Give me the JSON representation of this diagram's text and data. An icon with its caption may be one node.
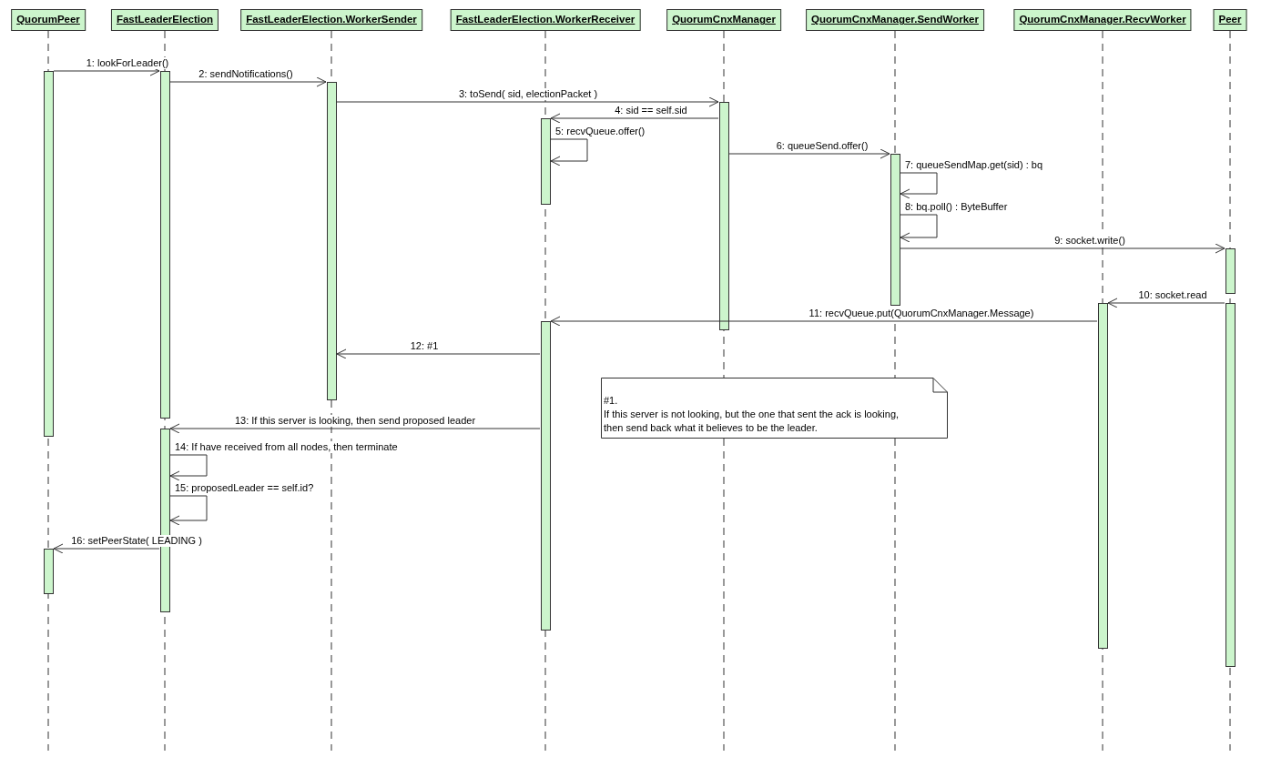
{
  "diagram": {
    "nodes": [
      {
        "text": [
          "QuorumPeer"
        ]
      },
      {
        "text": [
          "FastLeaderElection"
        ]
      },
      {
        "text": [
          "FastLeaderElection.WorkerSender"
        ]
      },
      {
        "text": [
          "FastLeaderElection.WorkerReceiver"
        ]
      },
      {
        "text": [
          "QuorumCnxManager"
        ]
      },
      {
        "text": [
          "QuorumCnxManager.SendWorker"
        ]
      },
      {
        "text": [
          "QuorumCnxManager.RecvWorker"
        ]
      },
      {
        "text": [
          "Peer"
        ]
      },
      {
        "text": [],
        "shape": "bar"
      },
      {
        "text": [],
        "shape": "bar"
      },
      {
        "text": [],
        "shape": "bar"
      },
      {
        "text": [],
        "shape": "bar"
      },
      {
        "text": [],
        "shape": "bar"
      },
      {
        "text": [],
        "shape": "bar"
      },
      {
        "text": [],
        "shape": "bar"
      },
      {
        "text": [],
        "shape": "bar"
      },
      {
        "text": [],
        "shape": "bar"
      },
      {
        "text": [],
        "shape": "bar"
      },
      {
        "text": [],
        "shape": "bar"
      },
      {
        "text": [],
        "shape": "bar"
      },
      {
        "text": [
          "#1.",
          "If this server is not looking, but the one that sent the ack is looking, then send back what it believes to be the leader."
        ]
      }
    ],
    "edges": [
      {
        "from": 8,
        "to": 10,
        "arrow": "to",
        "label": "1: lookForLeader()"
      },
      {
        "from": 10,
        "to": 12,
        "arrow": "to",
        "label": "2: sendNotifications()"
      },
      {
        "from": 12,
        "to": 15,
        "arrow": "to",
        "label": "3: toSend( sid, electionPacket )"
      },
      {
        "from": 15,
        "to": 13,
        "arrow": "to",
        "label": "4: sid == self.sid"
      },
      {
        "from": 13,
        "to": 13,
        "arrow": "to",
        "label": "5: recvQueue.offer()"
      },
      {
        "from": 15,
        "to": 16,
        "arrow": "to",
        "label": "6: queueSend.offer()"
      },
      {
        "from": 16,
        "to": 16,
        "arrow": "to",
        "label": "7: queueSendMap.get(sid) : bq"
      },
      {
        "from": 16,
        "to": 16,
        "arrow": "to",
        "label": "8: bq.poll() : ByteBuffer"
      },
      {
        "from": 16,
        "to": 18,
        "arrow": "to",
        "label": "9: socket.write()"
      },
      {
        "from": 19,
        "to": 17,
        "arrow": "to",
        "label": "10: socket.read"
      },
      {
        "from": 17,
        "to": 14,
        "arrow": "to",
        "label": "11: recvQueue.put(QuorumCnxManager.Message)"
      },
      {
        "from": 14,
        "to": 12,
        "arrow": "to",
        "label": "12: #1"
      },
      {
        "from": 14,
        "to": 11,
        "arrow": "to",
        "label": "13: If this server is looking, then send proposed leader"
      },
      {
        "from": 11,
        "to": 11,
        "arrow": "to",
        "label": "14: If have received from all nodes, then terminate"
      },
      {
        "from": 11,
        "to": 11,
        "arrow": "to",
        "label": "15: proposedLeader == self.id?"
      },
      {
        "from": 11,
        "to": 9,
        "arrow": "to",
        "label": "16: setPeerState( LEADING )"
      }
    ]
  }
}
